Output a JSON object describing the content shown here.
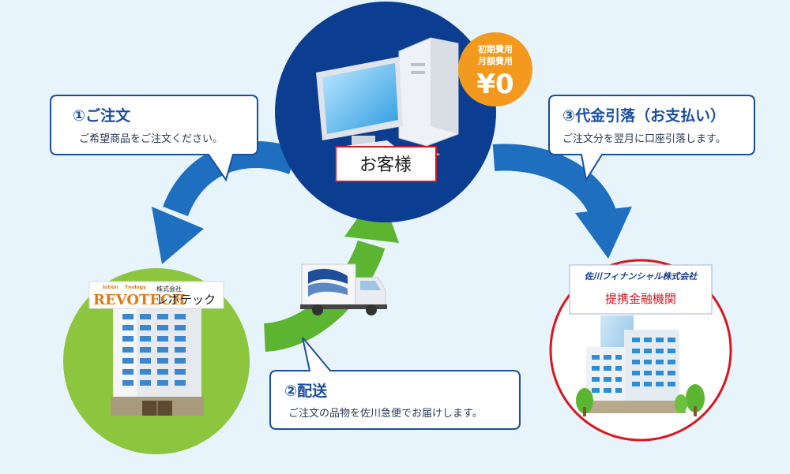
{
  "customer": {
    "label": "お客様"
  },
  "price_badge": {
    "line1": "初期費用",
    "line2": "月額費用",
    "amount": "¥0"
  },
  "step1": {
    "title": "①ご注文",
    "body": "ご希望商品をご注文ください。"
  },
  "step2": {
    "title": "②配送",
    "body": "ご注文の品物を佐川急便でお届けします。"
  },
  "step3": {
    "title": "③代金引落（お支払い）",
    "body": "ご注文分を翌月に口座引落します。"
  },
  "company": {
    "logo_main": "REVOTECH",
    "logo_small_1": "lution",
    "logo_small_2": "Tnology",
    "corp_type": "株式会社",
    "name": "レボテック"
  },
  "bank": {
    "provider": "佐川フィナンシャル株式会社",
    "label": "提携金融機関"
  },
  "colors": {
    "background": "#e8f4fb",
    "customer_circle": "#0b3d91",
    "company_circle": "#8cc63f",
    "bank_ring": "#d7161f",
    "arrow_blue": "#1f6fc0",
    "arrow_green": "#5cb531",
    "badge": "#f39a1e",
    "callout_border": "#1a4fa0"
  }
}
